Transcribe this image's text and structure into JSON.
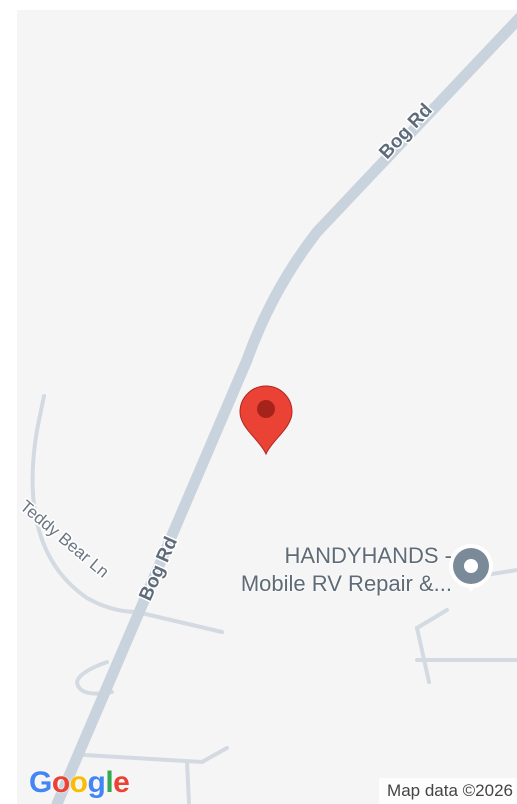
{
  "roads": {
    "main_name": "Bog Rd",
    "side_name": "Teddy Bear Ln"
  },
  "poi": {
    "line1": "HANDYHANDS -",
    "line2": "Mobile RV Repair &..."
  },
  "footer": {
    "logo_letters": [
      "G",
      "o",
      "o",
      "g",
      "l",
      "e"
    ],
    "logo_colors": [
      "#4285F4",
      "#EA4335",
      "#FBBC05",
      "#4285F4",
      "#34A853",
      "#EA4335"
    ],
    "attribution": "Map data ©2026"
  },
  "colors": {
    "map_background": "#f5f5f5",
    "main_road": "#c9d3dd",
    "minor_road": "#d4dae2",
    "marker": "#ea4335",
    "poi_pin": "#7b8a98"
  },
  "icons": {
    "marker": "location-pin-icon",
    "poi": "poi-pin-icon"
  }
}
